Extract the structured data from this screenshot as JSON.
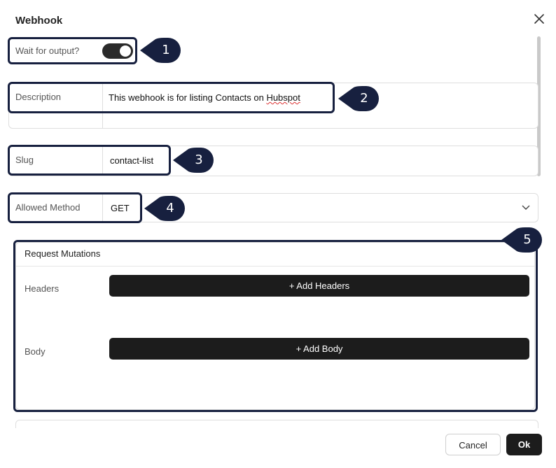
{
  "dialog": {
    "title": "Webhook",
    "close_icon": "close-icon"
  },
  "fields": {
    "wait_output": {
      "label": "Wait for output?",
      "enabled": true
    },
    "description": {
      "label": "Description",
      "value_prefix": "This webhook is for listing Contacts on ",
      "value_suffix": "Hubspot"
    },
    "slug": {
      "label": "Slug",
      "value": "contact-list"
    },
    "allowed_method": {
      "label": "Allowed Method",
      "value": "GET",
      "chevron_icon": "chevron-down-icon"
    }
  },
  "request_mutations": {
    "title": "Request Mutations",
    "headers_label": "Headers",
    "add_headers_label": "+ Add Headers",
    "body_label": "Body",
    "add_body_label": "+ Add Body"
  },
  "callouts": [
    "1",
    "2",
    "3",
    "4",
    "5"
  ],
  "footer": {
    "cancel_label": "Cancel",
    "ok_label": "Ok"
  },
  "colors": {
    "annotation": "#17203f",
    "dark_button": "#1c1c1c"
  }
}
